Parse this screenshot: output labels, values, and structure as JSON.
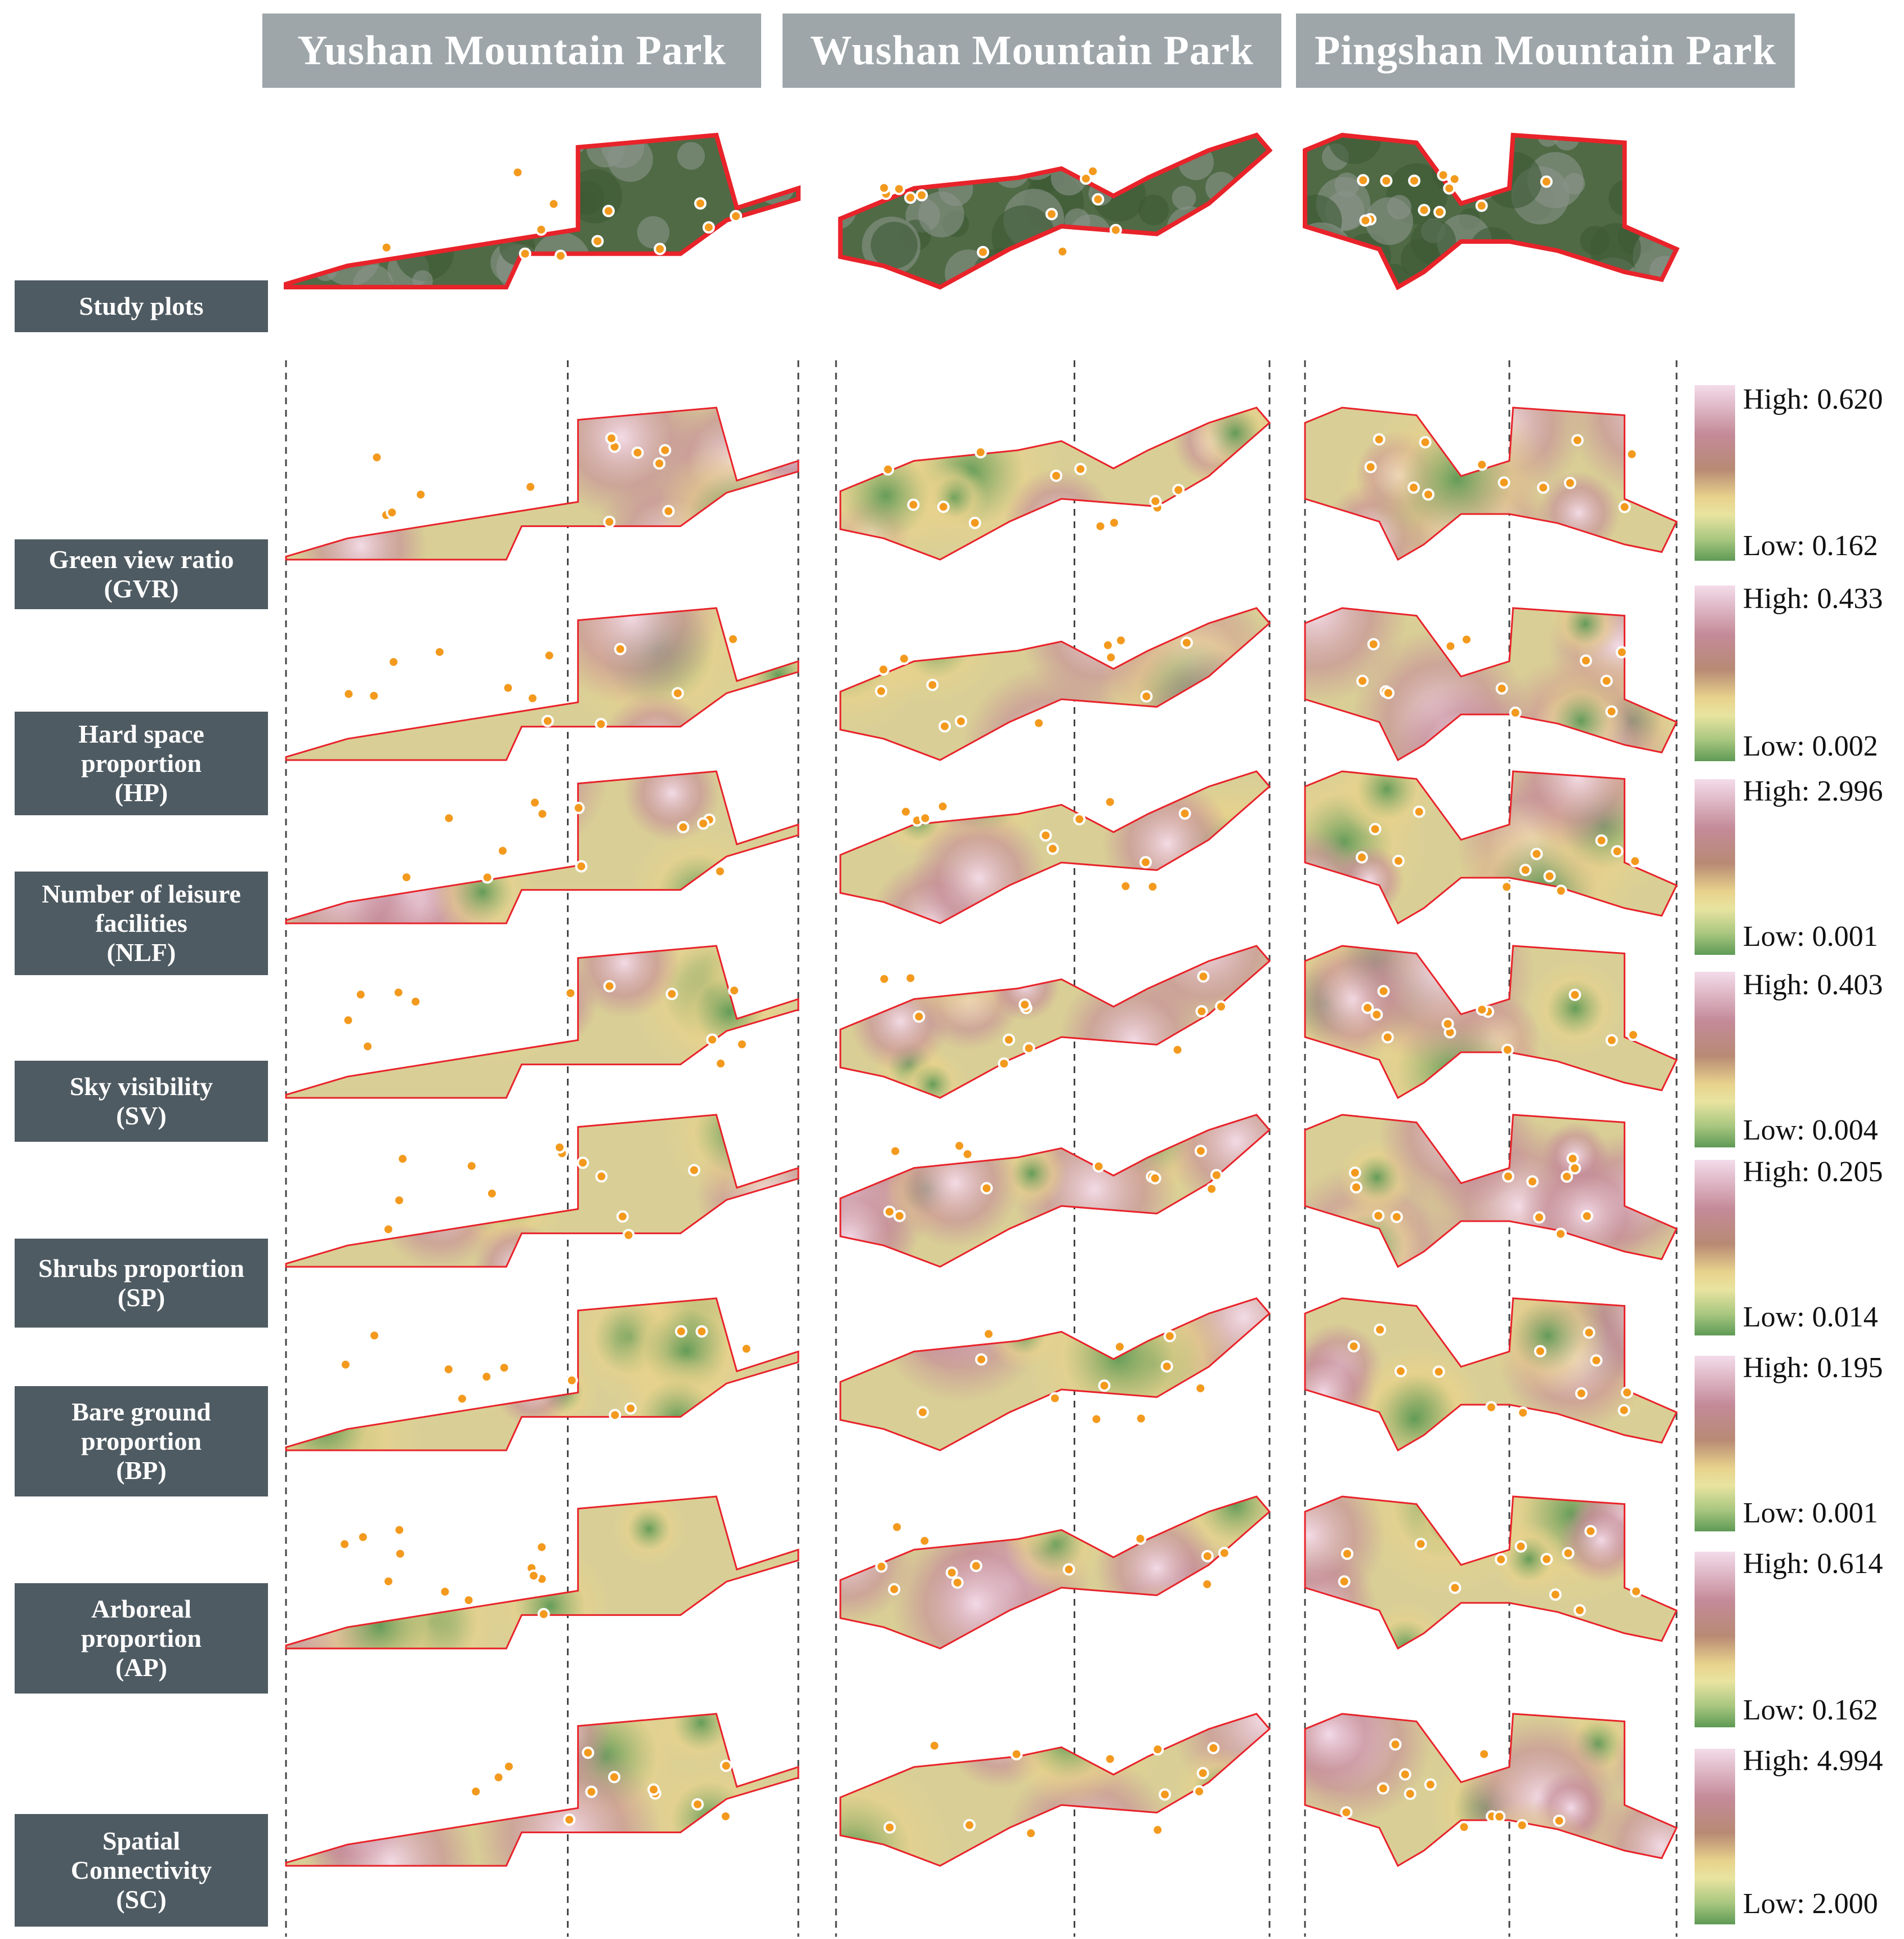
{
  "parks": [
    {
      "name": "Yushan Mountain Park"
    },
    {
      "name": "Wushan Mountain Park"
    },
    {
      "name": "Pingshan Mountain Park"
    }
  ],
  "rows": [
    {
      "label_lines": [
        "Study plots"
      ]
    },
    {
      "label_lines": [
        "Green view ratio",
        "(GVR)"
      ],
      "legend_high": "High: 0.620",
      "legend_low": "Low: 0.162"
    },
    {
      "label_lines": [
        "Hard space",
        "proportion",
        "(HP)"
      ],
      "legend_high": "High: 0.433",
      "legend_low": "Low: 0.002"
    },
    {
      "label_lines": [
        "Number of leisure",
        "facilities",
        "(NLF)"
      ],
      "legend_high": "High: 2.996",
      "legend_low": "Low: 0.001"
    },
    {
      "label_lines": [
        "Sky visibility",
        "(SV)"
      ],
      "legend_high": "High: 0.403",
      "legend_low": "Low: 0.004"
    },
    {
      "label_lines": [
        "Shrubs proportion",
        "(SP)"
      ],
      "legend_high": "High: 0.205",
      "legend_low": "Low: 0.014"
    },
    {
      "label_lines": [
        "Bare ground",
        "proportion",
        "(BP)"
      ],
      "legend_high": "High: 0.195",
      "legend_low": "Low: 0.001"
    },
    {
      "label_lines": [
        "Arboreal",
        "proportion",
        "(AP)"
      ],
      "legend_high": "High: 0.614",
      "legend_low": "Low: 0.162"
    },
    {
      "label_lines": [
        "Spatial",
        "Connectivity",
        "(SC)"
      ],
      "legend_high": "High: 4.994",
      "legend_low": "Low: 2.000"
    }
  ],
  "colors": {
    "header_bg": "#9ea6aa",
    "label_bg": "#4f5b62",
    "boundary": "#e8232a",
    "sample_point": "#f39a1e",
    "ramp_high": "#f4dcea",
    "ramp_mid_high": "#c48a99",
    "ramp_mid": "#e8d28c",
    "ramp_low": "#5e9a55"
  }
}
